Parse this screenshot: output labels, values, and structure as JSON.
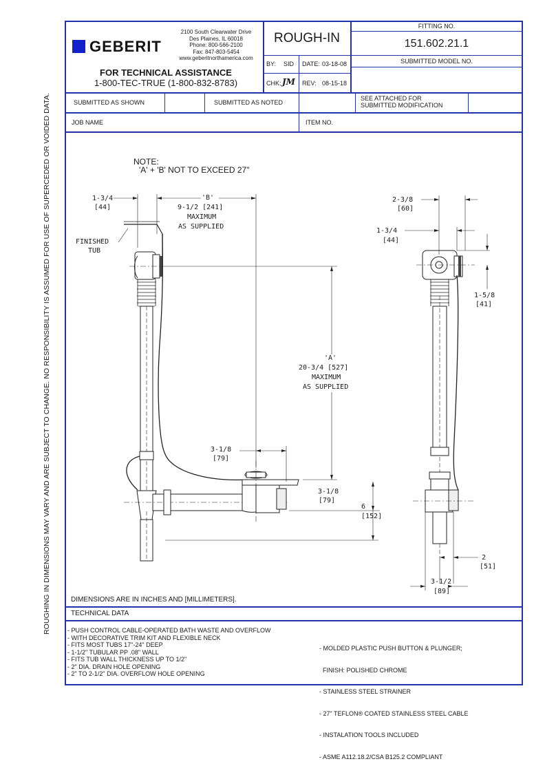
{
  "side_note": "ROUGHING IN DIMENSIONS MAY VARY AND ARE SUBJECT TO CHANGE.  NO RESPONSIBILITY  IS ASSUMED FOR USE OF SUPERCEDED OR VOIDED DATA.",
  "header": {
    "brand": "GEBERIT",
    "address": [
      "2100 South Clearwater Drive",
      "Des Plaines, IL 60018",
      "Phone: 800-566-2100",
      "Fax: 847-803-5454",
      "www.geberitnorthamerica.com"
    ],
    "assist_title": "FOR TECHNICAL ASSISTANCE",
    "assist_phone": "1-800-TEC-TRUE (1-800-832-8783)",
    "doc_title": "ROUGH-IN",
    "by_label": "BY:",
    "by_value": "SID",
    "date_label": "DATE:",
    "date_value": "03-18-08",
    "chk_label": "CHK:",
    "chk_signature": "JM",
    "rev_label": "REV:",
    "rev_value": "08-15-18",
    "fitting_no_label": "FITTING NO.",
    "fitting_no_value": "151.602.21.1",
    "submitted_model_label": "SUBMITTED MODEL NO.",
    "submitted_model_value": ""
  },
  "submission_row": {
    "shown": "SUBMITTED AS SHOWN",
    "noted": "SUBMITTED AS NOTED",
    "modification": "SEE ATTACHED FOR\nSUBMITTED MODIFICATION"
  },
  "job_row": {
    "job_name": "JOB NAME",
    "item_no": "ITEM NO."
  },
  "drawing": {
    "note_title": "NOTE:",
    "note_text": "'A' + 'B' NOT TO EXCEED 27\"",
    "dim_left_top": "1-3/4",
    "dim_left_top_mm": "[44]",
    "dim_b_label": "'B'",
    "dim_b_value": "9-1/2 [241]",
    "dim_b_max": "MAXIMUM",
    "dim_b_supplied": "AS SUPPLIED",
    "finished_tub_1": "FINISHED",
    "finished_tub_2": "TUB",
    "dim_a_label": "'A'",
    "dim_a_value": "20-3/4 [527]",
    "dim_a_max": "MAXIMUM",
    "dim_a_supplied": "AS SUPPLIED",
    "dim_318_a": "3-1/8",
    "dim_318_a_mm": "[79]",
    "dim_318_b": "3-1/8",
    "dim_318_b_mm": "[79]",
    "dim_6": "6",
    "dim_6_mm": "[152]",
    "dim_238": "2-3/8",
    "dim_238_mm": "[60]",
    "dim_134_r": "1-3/4",
    "dim_134_r_mm": "[44]",
    "dim_158": "1-5/8",
    "dim_158_mm": "[41]",
    "dim_2": "2",
    "dim_2_mm": "[51]",
    "dim_312": "3-1/2",
    "dim_312_mm": "[89]",
    "units_note": "DIMENSIONS ARE IN INCHES AND [MILLIMETERS]."
  },
  "tech": {
    "title": "TECHNICAL DATA",
    "left": [
      "- PUSH CONTROL CABLE-OPERATED BATH WASTE AND OVERFLOW",
      "- WITH DECORATIVE TRIM KIT AND FLEXIBLE NECK",
      "- FITS MOST TUBS 17\"-24\" DEEP",
      "- 1-1/2\" TUBULAR PP .08\" WALL",
      "- FITS TUB WALL THICKNESS UP TO 1/2\"",
      "- 2\" DIA. DRAIN HOLE OPENING",
      "- 2\" TO 2-1/2\" DIA. OVERFLOW HOLE OPENING"
    ],
    "right": [
      "- MOLDED PLASTIC PUSH BUTTON & PLUNGER;",
      "  FINISH: POLISHED CHROME",
      "- STAINLESS STEEL STRAINER",
      "- 27\" TEFLON® COATED STAINLESS STEEL CABLE",
      "- INSTALATION TOOLS INCLUDED",
      "- ASME A112.18.2/CSA B125.2 COMPLIANT"
    ]
  },
  "colors": {
    "frame": "#2233aa",
    "logo": "#1122cc",
    "ink": "#1a1a1a"
  }
}
